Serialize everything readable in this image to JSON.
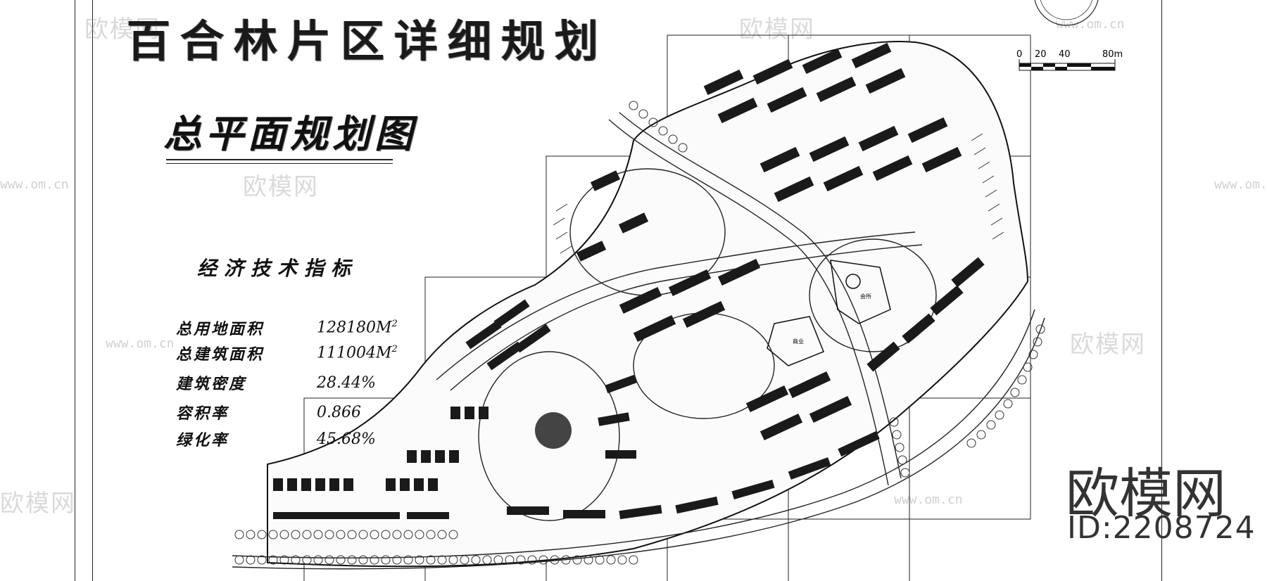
{
  "header": {
    "title": "百合林片区详细规划"
  },
  "drawing": {
    "subtitle": "总平面规划图"
  },
  "indicators": {
    "heading": "经济技术指标",
    "rows": [
      {
        "label": "总用地面积",
        "value": "128180M",
        "sup": "2"
      },
      {
        "label": "总建筑面积",
        "value": "111004M",
        "sup": "2"
      },
      {
        "label": "建筑密度",
        "value": "28.44%",
        "sup": ""
      },
      {
        "label": "容积率",
        "value": "0.866",
        "sup": ""
      },
      {
        "label": "绿化率",
        "value": "45.68%",
        "sup": ""
      }
    ]
  },
  "scale_bar": {
    "ticks": [
      "0",
      "20",
      "40",
      "80m"
    ]
  },
  "plan_labels": {
    "label_a": "会所",
    "label_b": "商业"
  },
  "branding": {
    "name": "欧模网",
    "id": "ID:2208724",
    "watermark_text": "欧模网",
    "watermark_url": "www.om.cn"
  }
}
